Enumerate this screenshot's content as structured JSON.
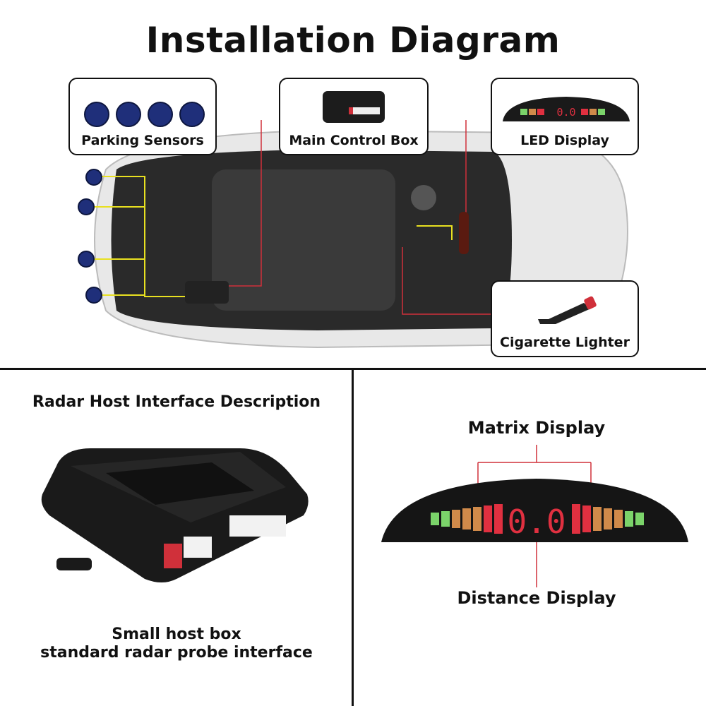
{
  "title": "Installation Diagram",
  "callouts": {
    "parking_sensors": "Parking Sensors",
    "main_control_box": "Main Control Box",
    "led_display": "LED Display",
    "cigarette_lighter": "Cigarette Lighter"
  },
  "left_panel": {
    "heading": "Radar Host Interface Description",
    "caption_line1": "Small host box",
    "caption_line2": "standard radar probe interface"
  },
  "right_panel": {
    "matrix_label": "Matrix Display",
    "distance_label": "Distance Display",
    "display_reading": "0.0"
  },
  "colors": {
    "sensor_blue": "#1f2f7a",
    "wire_yellow": "#e8e020",
    "wire_red": "#d0303a",
    "led_green": "#7bd36a",
    "led_orange": "#d08a4a",
    "led_red": "#e03040"
  }
}
